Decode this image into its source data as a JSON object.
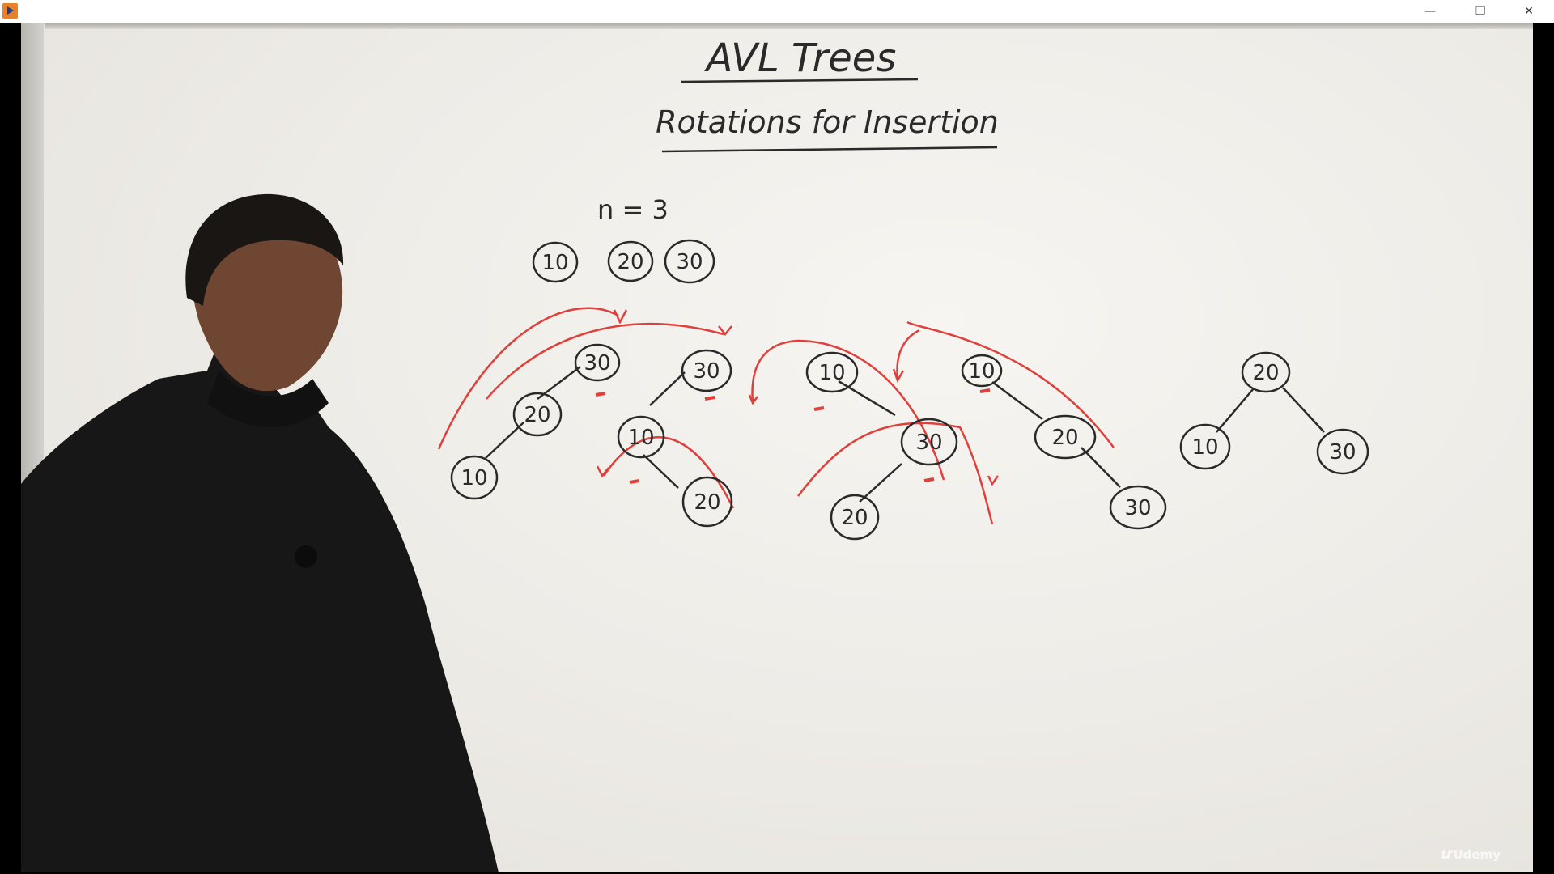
{
  "window": {
    "controls": {
      "minimize": "—",
      "restore": "❐",
      "close": "✕"
    }
  },
  "board": {
    "title": "AVL Trees",
    "subtitle": "Rotations for Insertion",
    "n_label": "n = 3",
    "keys": [
      "10",
      "20",
      "30"
    ],
    "trees": [
      {
        "nodes": [
          "30",
          "20",
          "10"
        ]
      },
      {
        "nodes": [
          "30",
          "10",
          "20"
        ]
      },
      {
        "nodes": [
          "10",
          "30",
          "20"
        ]
      },
      {
        "nodes": [
          "10",
          "20",
          "30"
        ]
      },
      {
        "nodes": [
          "20",
          "10",
          "30"
        ]
      }
    ]
  },
  "watermark": "Udemy",
  "colors": {
    "ink": "#2a2a2a",
    "red": "#e0403b",
    "shirt": "#171717",
    "skin": "#6e4632"
  }
}
